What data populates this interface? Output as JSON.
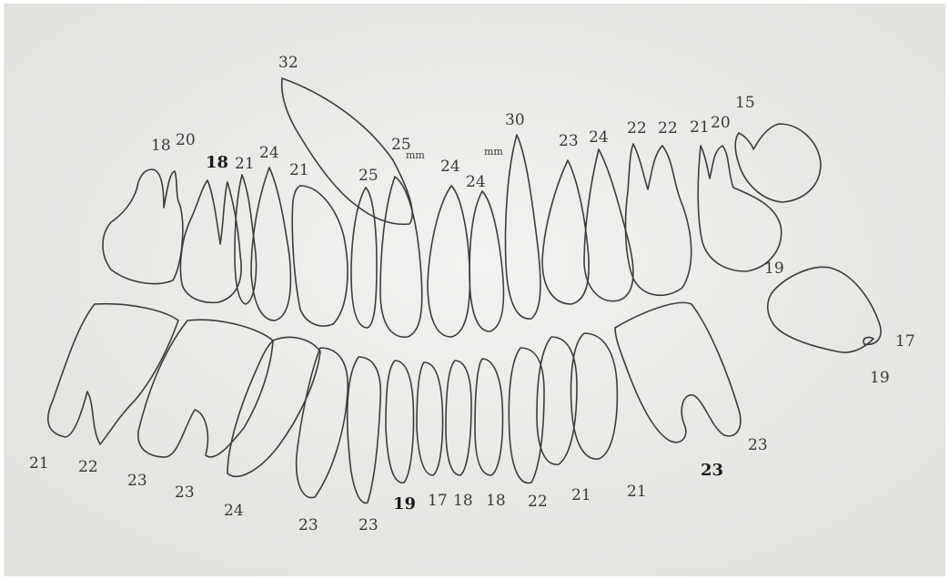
{
  "drawing": {
    "upper_labels": [
      "18",
      "20",
      "18",
      "21",
      "24",
      "21",
      "32",
      "25",
      "mm",
      "25",
      "24",
      "mm",
      "24",
      "30",
      "23",
      "24",
      "22",
      "22",
      "21",
      "20",
      "15",
      "19",
      "17",
      "19"
    ],
    "lower_labels": [
      "21",
      "22",
      "23",
      "23",
      "24",
      "23",
      "23",
      "19",
      "17",
      "18",
      "18",
      "22",
      "21",
      "21",
      "23",
      "23"
    ],
    "colors": {
      "paper": "#f0efed",
      "pencil": "#3d3d3d"
    }
  }
}
